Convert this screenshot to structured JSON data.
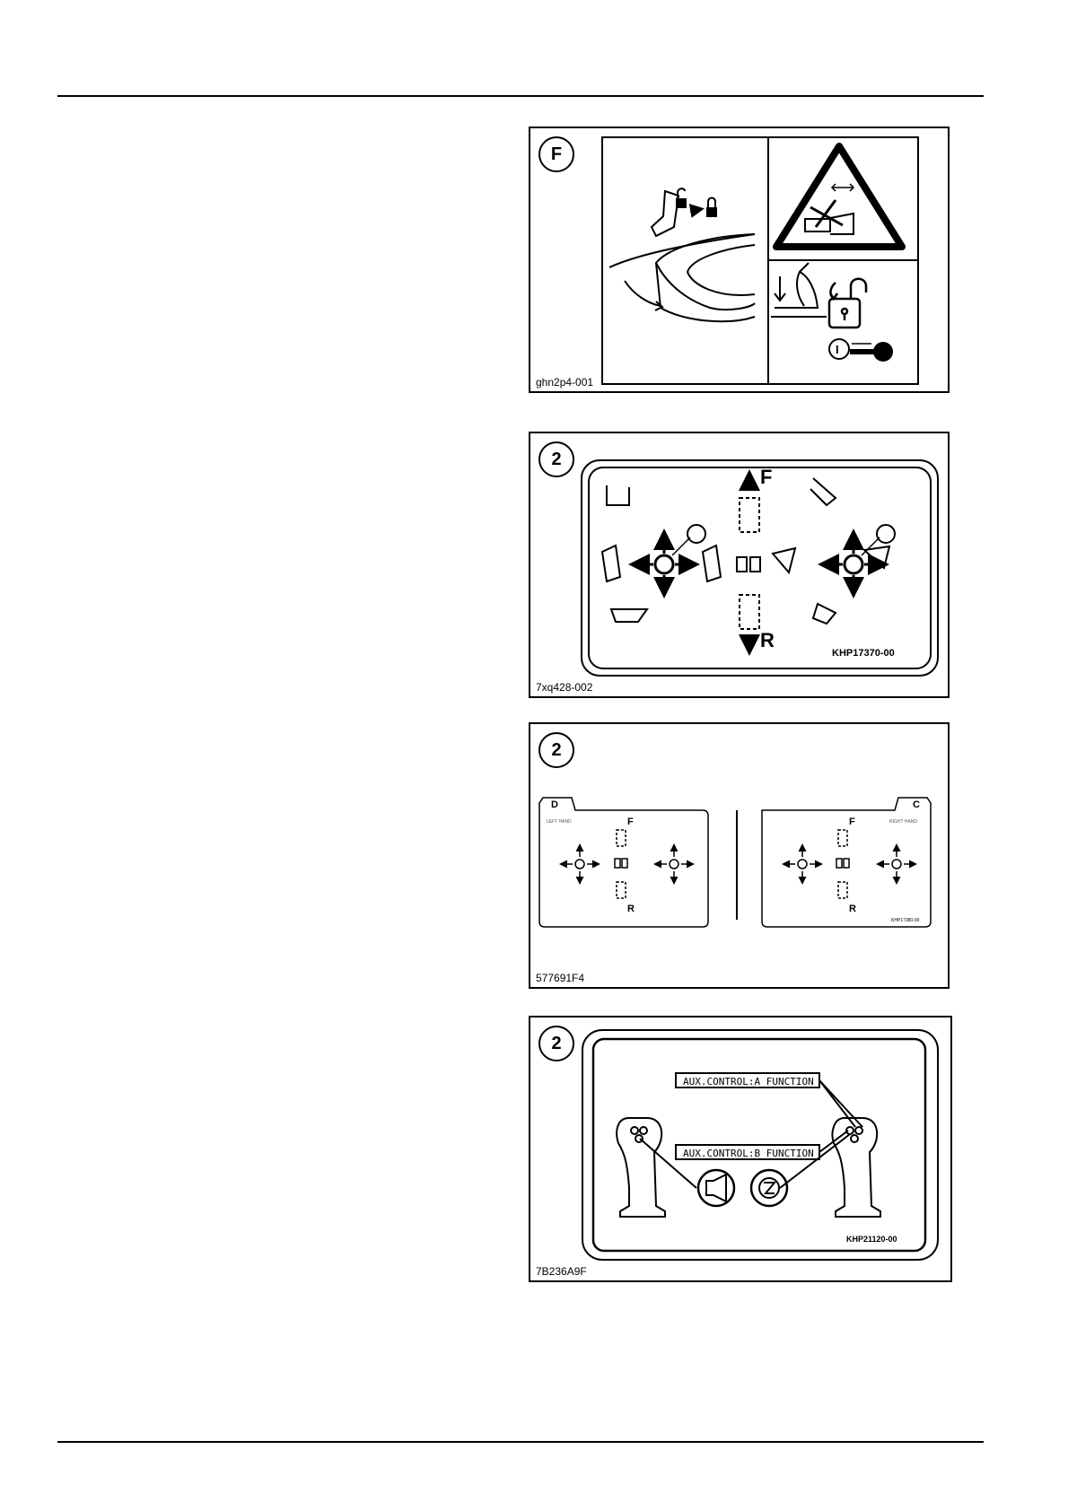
{
  "figures": [
    {
      "badge": "F",
      "code": "ghn2p4-001"
    },
    {
      "badge": "2",
      "code": "7xq428-002",
      "decal": {
        "forward": "F",
        "reverse": "R",
        "part_no": "KHP17370-00"
      }
    },
    {
      "badge": "2",
      "code": "577691F4",
      "left_decal": {
        "corner": "D",
        "hand": "LEFT HAND",
        "forward": "F",
        "reverse": "R"
      },
      "right_decal": {
        "corner": "C",
        "hand": "RIGHT HAND",
        "forward": "F",
        "reverse": "R",
        "part_no": "KHP17380-00"
      }
    },
    {
      "badge": "2",
      "code": "7B236A9F",
      "label_a": "AUX.CONTROL:A FUNCTION",
      "label_b": "AUX.CONTROL:B FUNCTION",
      "part_no": "KHP21120-00",
      "icons": [
        "horn-icon",
        "auxiliary-control-icon"
      ]
    }
  ]
}
